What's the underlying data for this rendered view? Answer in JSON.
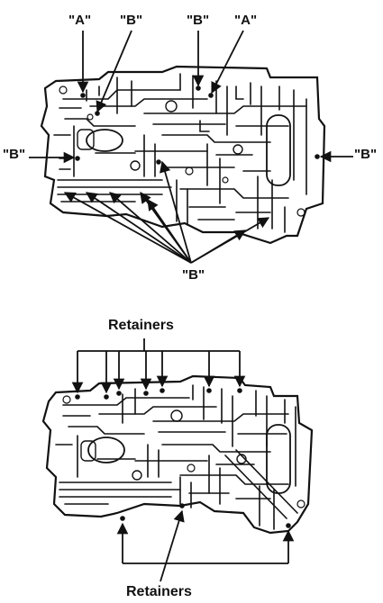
{
  "diagram": {
    "top": {
      "labels": {
        "a_left": "\"A\"",
        "b_top_left": "\"B\"",
        "b_top_right": "\"B\"",
        "a_right": "\"A\"",
        "b_side_left": "\"B\"",
        "b_side_right": "\"B\"",
        "b_bottom": "\"B\""
      }
    },
    "bottom": {
      "labels": {
        "retainers_top": "Retainers",
        "retainers_bottom": "Retainers"
      }
    }
  },
  "colors": {
    "ink": "#111111",
    "paper": "#ffffff"
  }
}
